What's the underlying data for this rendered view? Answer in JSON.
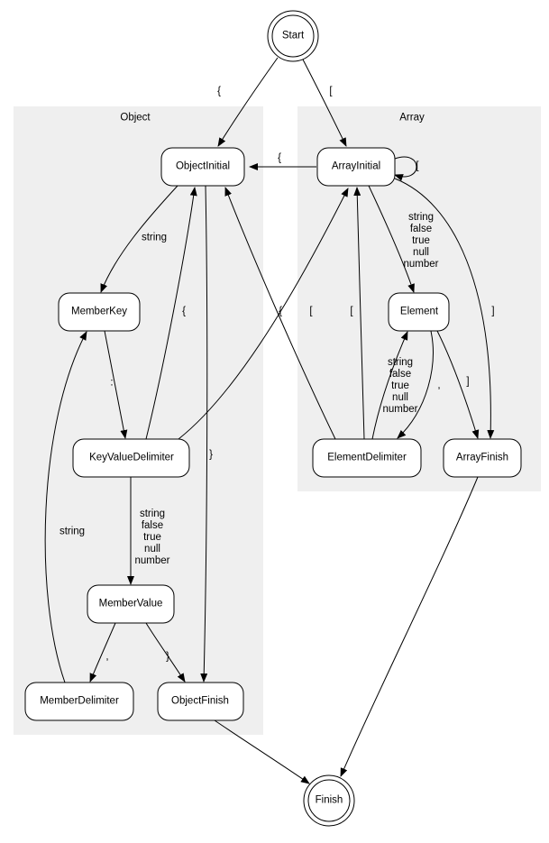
{
  "clusters": {
    "object": {
      "label": "Object"
    },
    "array": {
      "label": "Array"
    }
  },
  "nodes": {
    "start": "Start",
    "object_initial": "ObjectInitial",
    "array_initial": "ArrayInitial",
    "member_key": "MemberKey",
    "element": "Element",
    "key_value_delimiter": "KeyValueDelimiter",
    "element_delimiter": "ElementDelimiter",
    "array_finish": "ArrayFinish",
    "member_value": "MemberValue",
    "member_delimiter": "MemberDelimiter",
    "object_finish": "ObjectFinish",
    "finish": "Finish"
  },
  "edges": {
    "start_to_object_initial": "{",
    "start_to_array_initial": "[",
    "array_initial_to_object_initial": "{",
    "array_initial_self": "[",
    "object_initial_to_member_key": "string",
    "array_initial_to_element": "string\nfalse\ntrue\nnull\nnumber",
    "member_key_to_key_value_delimiter": ":",
    "key_value_delimiter_to_object_initial": "{",
    "key_value_delimiter_to_array_initial": "[",
    "element_delimiter_to_object_initial": "{",
    "element_delimiter_to_array_initial": "[",
    "object_initial_to_object_finish": "}",
    "key_value_delimiter_to_member_value": "string\nfalse\ntrue\nnull\nnumber",
    "member_value_to_member_delimiter": ",",
    "member_value_to_object_finish": "}",
    "member_delimiter_to_member_key": "string",
    "element_delimiter_to_element": "string\nfalse\ntrue\nnull\nnumber",
    "element_to_element_delimiter": ",",
    "element_to_array_finish": "]",
    "array_initial_to_array_finish": "]"
  },
  "colors": {
    "cluster_fill": "#efefef",
    "node_fill": "#ffffff",
    "line": "#000000"
  }
}
